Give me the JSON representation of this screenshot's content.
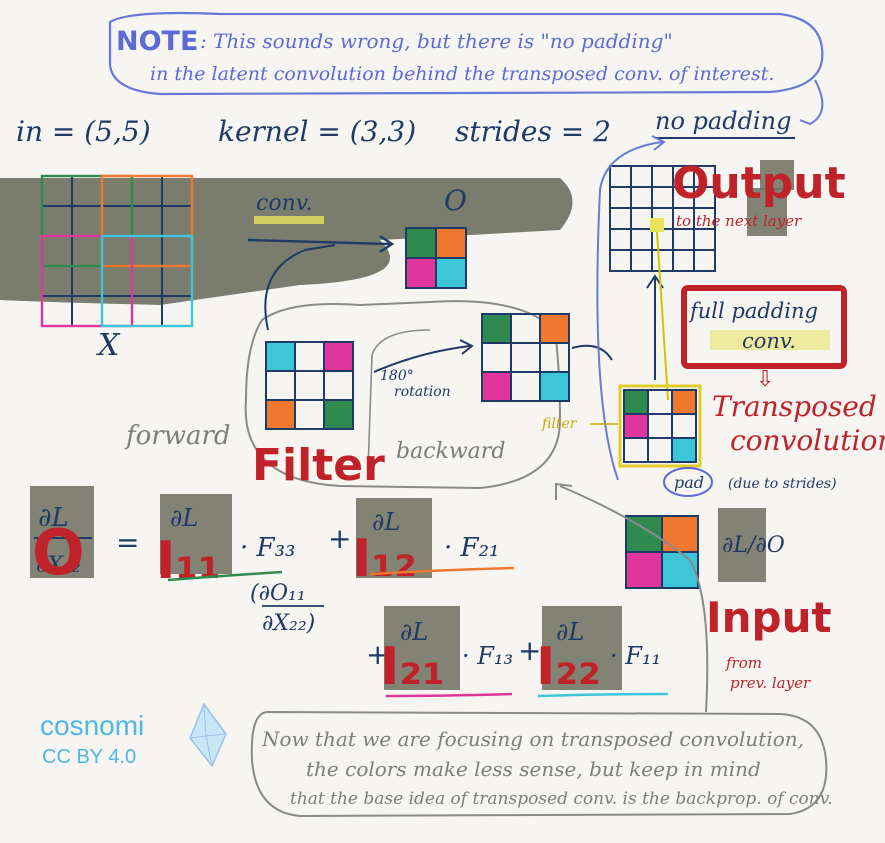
{
  "note": {
    "label": "NOTE",
    "line1": ": This sounds wrong, but there is \"no padding\"",
    "line2": "in the latent convolution behind the transposed conv. of interest."
  },
  "params": {
    "in": "in = (5,5)",
    "kernel": "kernel = (3,3)",
    "strides": "strides = 2",
    "padding": "no padding"
  },
  "labels": {
    "x": "X",
    "conv": "conv.",
    "o": "O",
    "rotation_deg": "180°",
    "rotation": "rotation",
    "forward": "forward",
    "backward": "backward",
    "filter_big": "Filter",
    "filter_small": "filter",
    "output": "Output",
    "to_next_layer": "to the next layer",
    "full_padding_1": "full padding",
    "full_padding_2": "conv.",
    "arrow_down": "⇩",
    "transposed_1": "Transposed",
    "transposed_2": "convolution",
    "pad": "pad",
    "due_to_strides": "(due to strides)",
    "input": "Input",
    "from_prev_1": "from",
    "from_prev_2": "prev. layer",
    "dl_do": "∂L/∂O"
  },
  "equation": {
    "lhs_top": "∂L",
    "lhs_bottom": "∂X₂₂",
    "lhs_overlay": "O",
    "equals": "=",
    "t1_top": "∂L",
    "t1_overlay": "I₁₁",
    "t1_factor": "· F₃₃",
    "plus1": "+",
    "t2_top": "∂L",
    "t2_overlay": "I₁₂",
    "t2_factor": "· F₂₁",
    "sub_note_top": "(∂O₁₁",
    "sub_note_bottom": "∂X₂₂)",
    "plus2": "+",
    "t3_top": "∂L",
    "t3_overlay": "I₂₁",
    "t3_factor": "· F₁₃",
    "plus3": "+",
    "t4_top": "∂L",
    "t4_overlay": "I₂₂",
    "t4_factor": "· F₁₁"
  },
  "footer": {
    "line1": "Now that we are focusing on transposed convolution,",
    "line2": "the colors make less sense, but keep in mind",
    "line3": "that the base idea of transposed conv. is the backprop. of conv."
  },
  "logo": {
    "brand": "cosnomi",
    "license": "CC BY 4.0"
  },
  "colors": {
    "ink_blue": "#1f3a66",
    "note_violet": "#5d6ad6",
    "red": "#c0222a",
    "green": "#2f8a4f",
    "orange": "#f0782e",
    "magenta": "#e0369c",
    "cyan": "#3cc6d8",
    "highlight_yellow": "#e9e25a",
    "smudge_gray": "#6d6f5f"
  }
}
